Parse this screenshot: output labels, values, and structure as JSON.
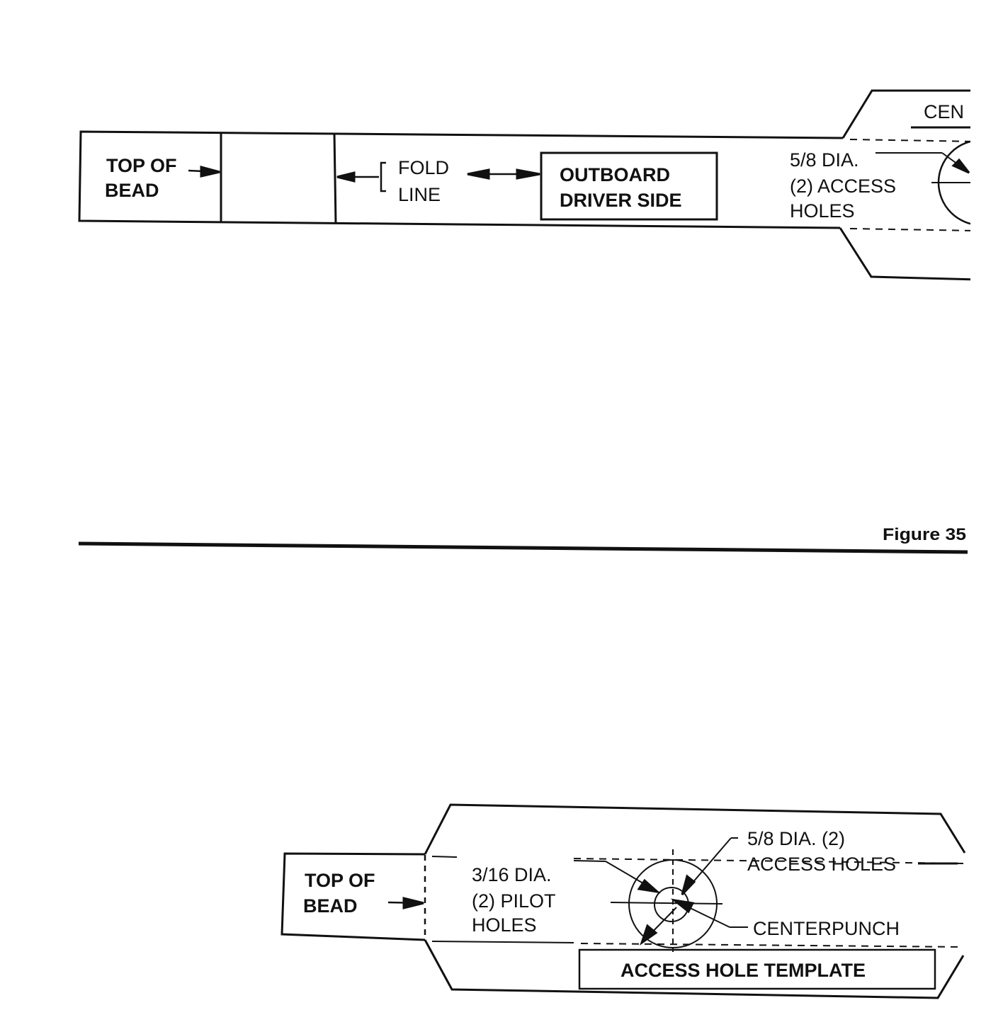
{
  "template_top": {
    "top_of_bead": [
      "TOP OF",
      "BEAD"
    ],
    "fold_line": [
      "FOLD",
      "LINE"
    ],
    "outboard_box": [
      "OUTBOARD",
      "DRIVER SIDE"
    ],
    "access_holes": [
      "5/8 DIA.",
      "(2) ACCESS",
      "HOLES"
    ],
    "cut_label": "CEN"
  },
  "figure_caption": "Figure 35",
  "template_bottom": {
    "top_of_bead": [
      "TOP OF",
      "BEAD"
    ],
    "pilot_holes": [
      "3/16 DIA.",
      "(2) PILOT",
      "HOLES"
    ],
    "access_holes": [
      "5/8 DIA. (2)",
      "ACCESS HOLES"
    ],
    "centerpunch": "CENTERPUNCH",
    "template_name": "ACCESS HOLE TEMPLATE"
  }
}
